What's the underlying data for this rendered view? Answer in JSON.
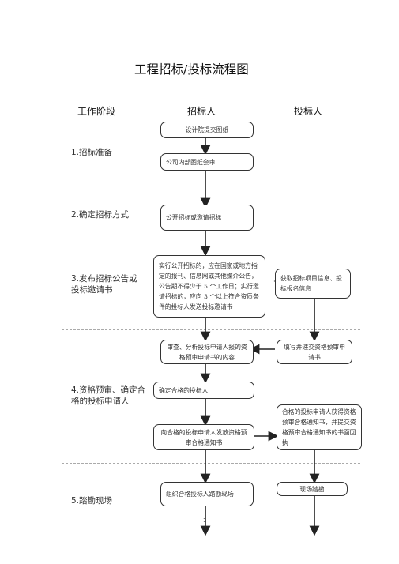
{
  "title": "工程招标/投标流程图",
  "headers": {
    "stage": "工作阶段",
    "tenderer": "招标人",
    "bidder": "投标人"
  },
  "phases": [
    "1.招标准备",
    "2.确定招标方式",
    "3.发布招标公告或投标邀请书",
    "4.资格预审、确定合格的投标申请人",
    "5.踏勘现场"
  ],
  "tenderer_boxes": {
    "b1": "设计院提交图纸",
    "b2": "公司内部图纸会审",
    "b3": "公开招标或邀请招标",
    "b4": "实行公开招标的，应在国家或地方指定的报刊、信息网或其他媒介公告，公告期不得少于 5 个工作日；实行邀请招标的，应向 3 个以上符合资质条件的投标人发送投标邀请书",
    "b5": "审查、分析投标申请人报的资格预审申请书的内容",
    "b6": "确定合格的投标人",
    "b7": "向合格的投标申请人发放资格预审合格通知书",
    "b8": "组织合格投标人踏勘现场"
  },
  "bidder_boxes": {
    "c1": "获取招标项目信息、投标报名信息",
    "c2": "填写并递交资格预审申请书",
    "c3": "合格的投标申请人获得资格预审合格通知书，并提交资格预审合格通知书的书面回执",
    "c4": "现场踏勘"
  },
  "page_number": "1"
}
